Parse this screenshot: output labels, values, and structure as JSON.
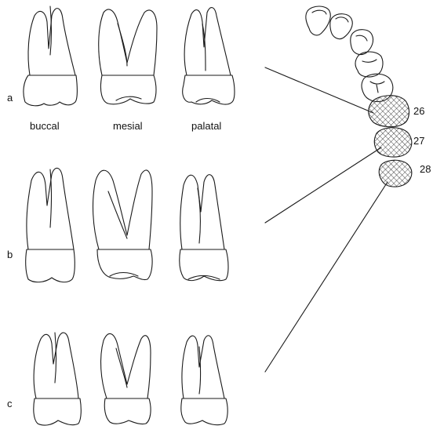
{
  "rows": [
    {
      "label": "a"
    },
    {
      "label": "b"
    },
    {
      "label": "c"
    }
  ],
  "views": [
    "buccal",
    "mesial",
    "palatal"
  ],
  "arch_teeth": [
    {
      "number": "26"
    },
    {
      "number": "27"
    },
    {
      "number": "28"
    }
  ],
  "colors": {
    "line": "#1a1a1a",
    "background": "#ffffff"
  }
}
